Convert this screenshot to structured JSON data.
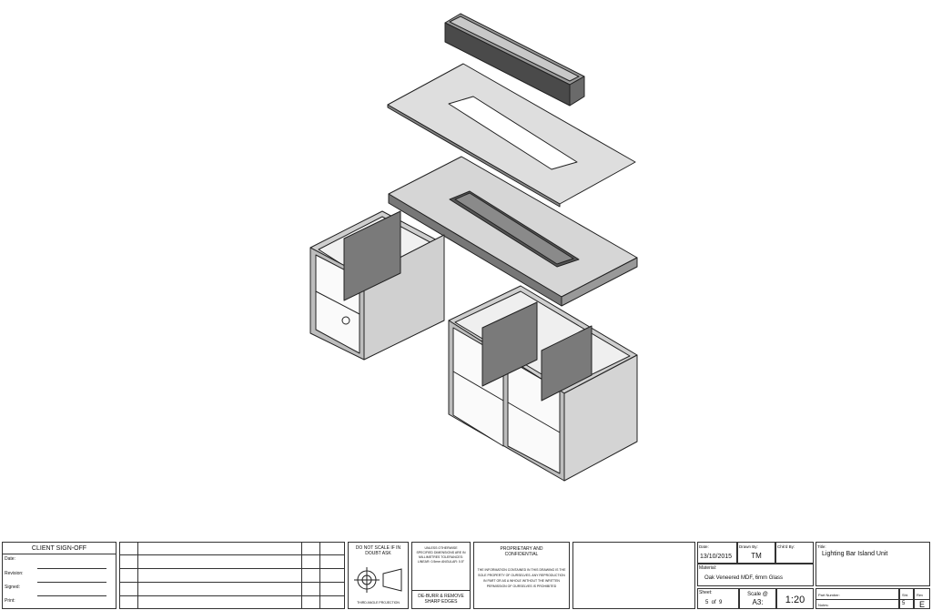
{
  "client_signoff": {
    "title": "CLIENT SIGN-OFF",
    "fields": [
      "Date:",
      "Revision:",
      "Signed:",
      "Print:"
    ]
  },
  "notes": {
    "do_not_scale": "DO NOT SCALE IF IN DOUBT ASK",
    "projection": "THIRD ANGLE PROJECTION",
    "tolerances": "UNLESS OTHERWISE SPECIFIED DIMENSIONS ARE IN MILLIMETRES TOLERANCES: LINEAR: 0.5mm ANGULAR: 0.5°",
    "deburr": "DE-BURR & REMOVE SHARP EDGES",
    "proprietary_title": "PROPRIETARY AND CONFIDENTIAL",
    "proprietary_text": "THE INFORMATION CONTAINED IN THIS DRAWING IS THE SOLE PROPERTY OF OURSELVES. ANY REPRODUCTION IN PART OR AS A WHOLE WITHOUT THE WRITTEN PERMISSION OF OURSELVES IS PROHIBITED"
  },
  "title_block": {
    "date_label": "Date:",
    "date": "13/10/2015",
    "drawn_label": "Drawn By:",
    "drawn": "TM",
    "checked_label": "Chk'd By:",
    "material_label": "Material:",
    "material": "Oak Veneered MDF, 6mm Glass",
    "sheet_label": "Sheet:",
    "sheet": "5  of  9",
    "scale_label": "Scale @",
    "scale_paper": "A3:",
    "scale": "1:20",
    "title_label": "Title:",
    "title": "Lighting Bar Island Unit",
    "part_label": "Part Number:",
    "notes_label": "Notes:",
    "sht_label": "Sht.",
    "sht": "5",
    "rev_label": "Rev",
    "rev": "E"
  }
}
